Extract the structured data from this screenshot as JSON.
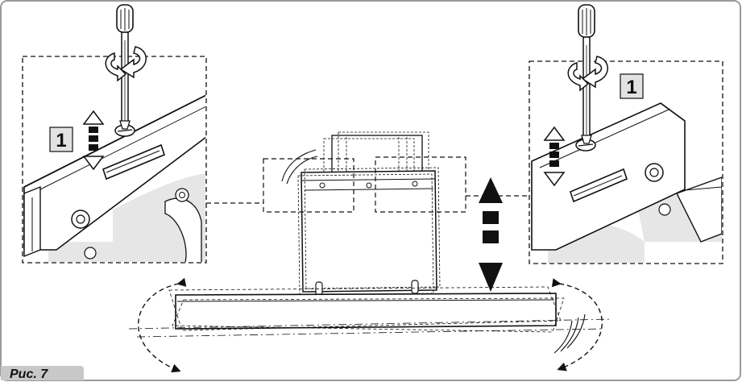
{
  "figure": {
    "caption": "Рис. 7",
    "step_left": "1",
    "step_right": "1"
  },
  "colors": {
    "line": "#111111",
    "panel_fill": "#ffffff",
    "shade": "#e6e6e6",
    "caption_bg": "#c8c8c8",
    "border": "#9a9a9a"
  },
  "icons": {
    "rotation": "curved-arrow-icon",
    "vertical_move": "double-arrow-icon",
    "adjust": "up-down-arrow-icon"
  }
}
